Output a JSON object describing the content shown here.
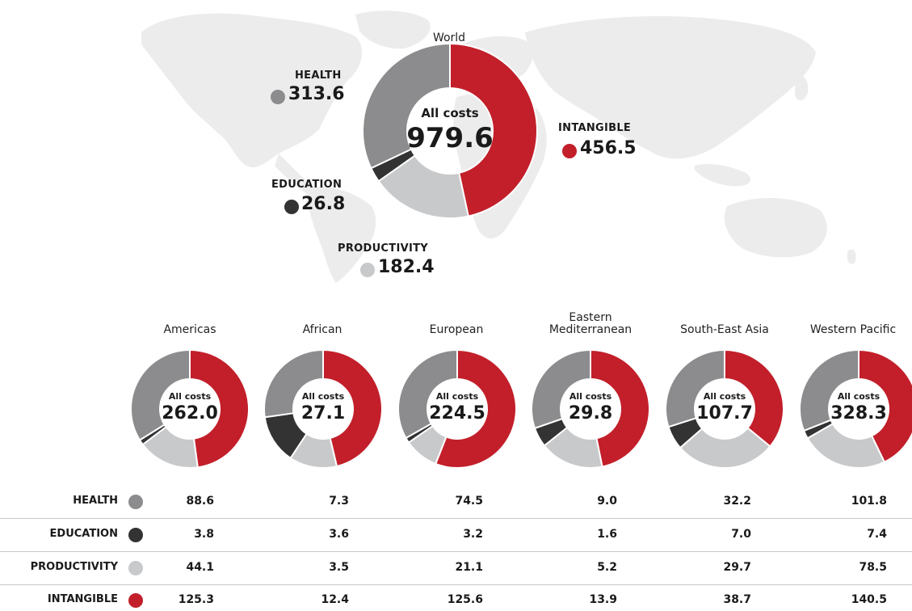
{
  "colors": {
    "health": "#8c8c8e",
    "education": "#333333",
    "productivity": "#c8c9cb",
    "intangible": "#c21f2a",
    "map": "#ececec"
  },
  "chart_data": [
    {
      "type": "pie",
      "region": "World",
      "center_label": "All costs",
      "total": "979.6",
      "slices": [
        {
          "category": "INTANGIBLE",
          "value": 456.5,
          "display": "456.5"
        },
        {
          "category": "PRODUCTIVITY",
          "value": 182.4,
          "display": "182.4"
        },
        {
          "category": "EDUCATION",
          "value": 26.8,
          "display": "26.8"
        },
        {
          "category": "HEALTH",
          "value": 313.6,
          "display": "313.6"
        }
      ]
    },
    {
      "type": "pie",
      "region": "Americas",
      "center_label": "All costs",
      "total": "262.0",
      "slices": [
        {
          "category": "INTANGIBLE",
          "value": 125.3
        },
        {
          "category": "PRODUCTIVITY",
          "value": 44.1
        },
        {
          "category": "EDUCATION",
          "value": 3.8
        },
        {
          "category": "HEALTH",
          "value": 88.6
        }
      ]
    },
    {
      "type": "pie",
      "region": "African",
      "center_label": "All costs",
      "total": "27.1",
      "slices": [
        {
          "category": "INTANGIBLE",
          "value": 12.4
        },
        {
          "category": "PRODUCTIVITY",
          "value": 3.5
        },
        {
          "category": "EDUCATION",
          "value": 3.6
        },
        {
          "category": "HEALTH",
          "value": 7.3
        }
      ]
    },
    {
      "type": "pie",
      "region": "European",
      "center_label": "All costs",
      "total": "224.5",
      "slices": [
        {
          "category": "INTANGIBLE",
          "value": 125.6
        },
        {
          "category": "PRODUCTIVITY",
          "value": 21.1
        },
        {
          "category": "EDUCATION",
          "value": 3.2
        },
        {
          "category": "HEALTH",
          "value": 74.5
        }
      ]
    },
    {
      "type": "pie",
      "region": "Eastern Mediterranean",
      "center_label": "All costs",
      "total": "29.8",
      "slices": [
        {
          "category": "INTANGIBLE",
          "value": 13.9
        },
        {
          "category": "PRODUCTIVITY",
          "value": 5.2
        },
        {
          "category": "EDUCATION",
          "value": 1.6
        },
        {
          "category": "HEALTH",
          "value": 9.0
        }
      ]
    },
    {
      "type": "pie",
      "region": "South-East Asia",
      "center_label": "All costs",
      "total": "107.7",
      "slices": [
        {
          "category": "INTANGIBLE",
          "value": 38.7
        },
        {
          "category": "PRODUCTIVITY",
          "value": 29.7
        },
        {
          "category": "EDUCATION",
          "value": 7.0
        },
        {
          "category": "HEALTH",
          "value": 32.2
        }
      ]
    },
    {
      "type": "pie",
      "region": "Western Pacific",
      "center_label": "All costs",
      "total": "328.3",
      "slices": [
        {
          "category": "INTANGIBLE",
          "value": 140.5
        },
        {
          "category": "PRODUCTIVITY",
          "value": 78.5
        },
        {
          "category": "EDUCATION",
          "value": 7.4
        },
        {
          "category": "HEALTH",
          "value": 101.8
        }
      ]
    }
  ],
  "table": {
    "type": "table",
    "rows": [
      {
        "label": "HEALTH",
        "key": "health",
        "values": [
          "88.6",
          "7.3",
          "74.5",
          "9.0",
          "32.2",
          "101.8"
        ]
      },
      {
        "label": "EDUCATION",
        "key": "education",
        "values": [
          "3.8",
          "3.6",
          "3.2",
          "1.6",
          "7.0",
          "7.4"
        ]
      },
      {
        "label": "PRODUCTIVITY",
        "key": "productivity",
        "values": [
          "44.1",
          "3.5",
          "21.1",
          "5.2",
          "29.7",
          "78.5"
        ]
      },
      {
        "label": "INTANGIBLE",
        "key": "intangible",
        "values": [
          "125.3",
          "12.4",
          "125.6",
          "13.9",
          "38.7",
          "140.5"
        ]
      }
    ]
  }
}
